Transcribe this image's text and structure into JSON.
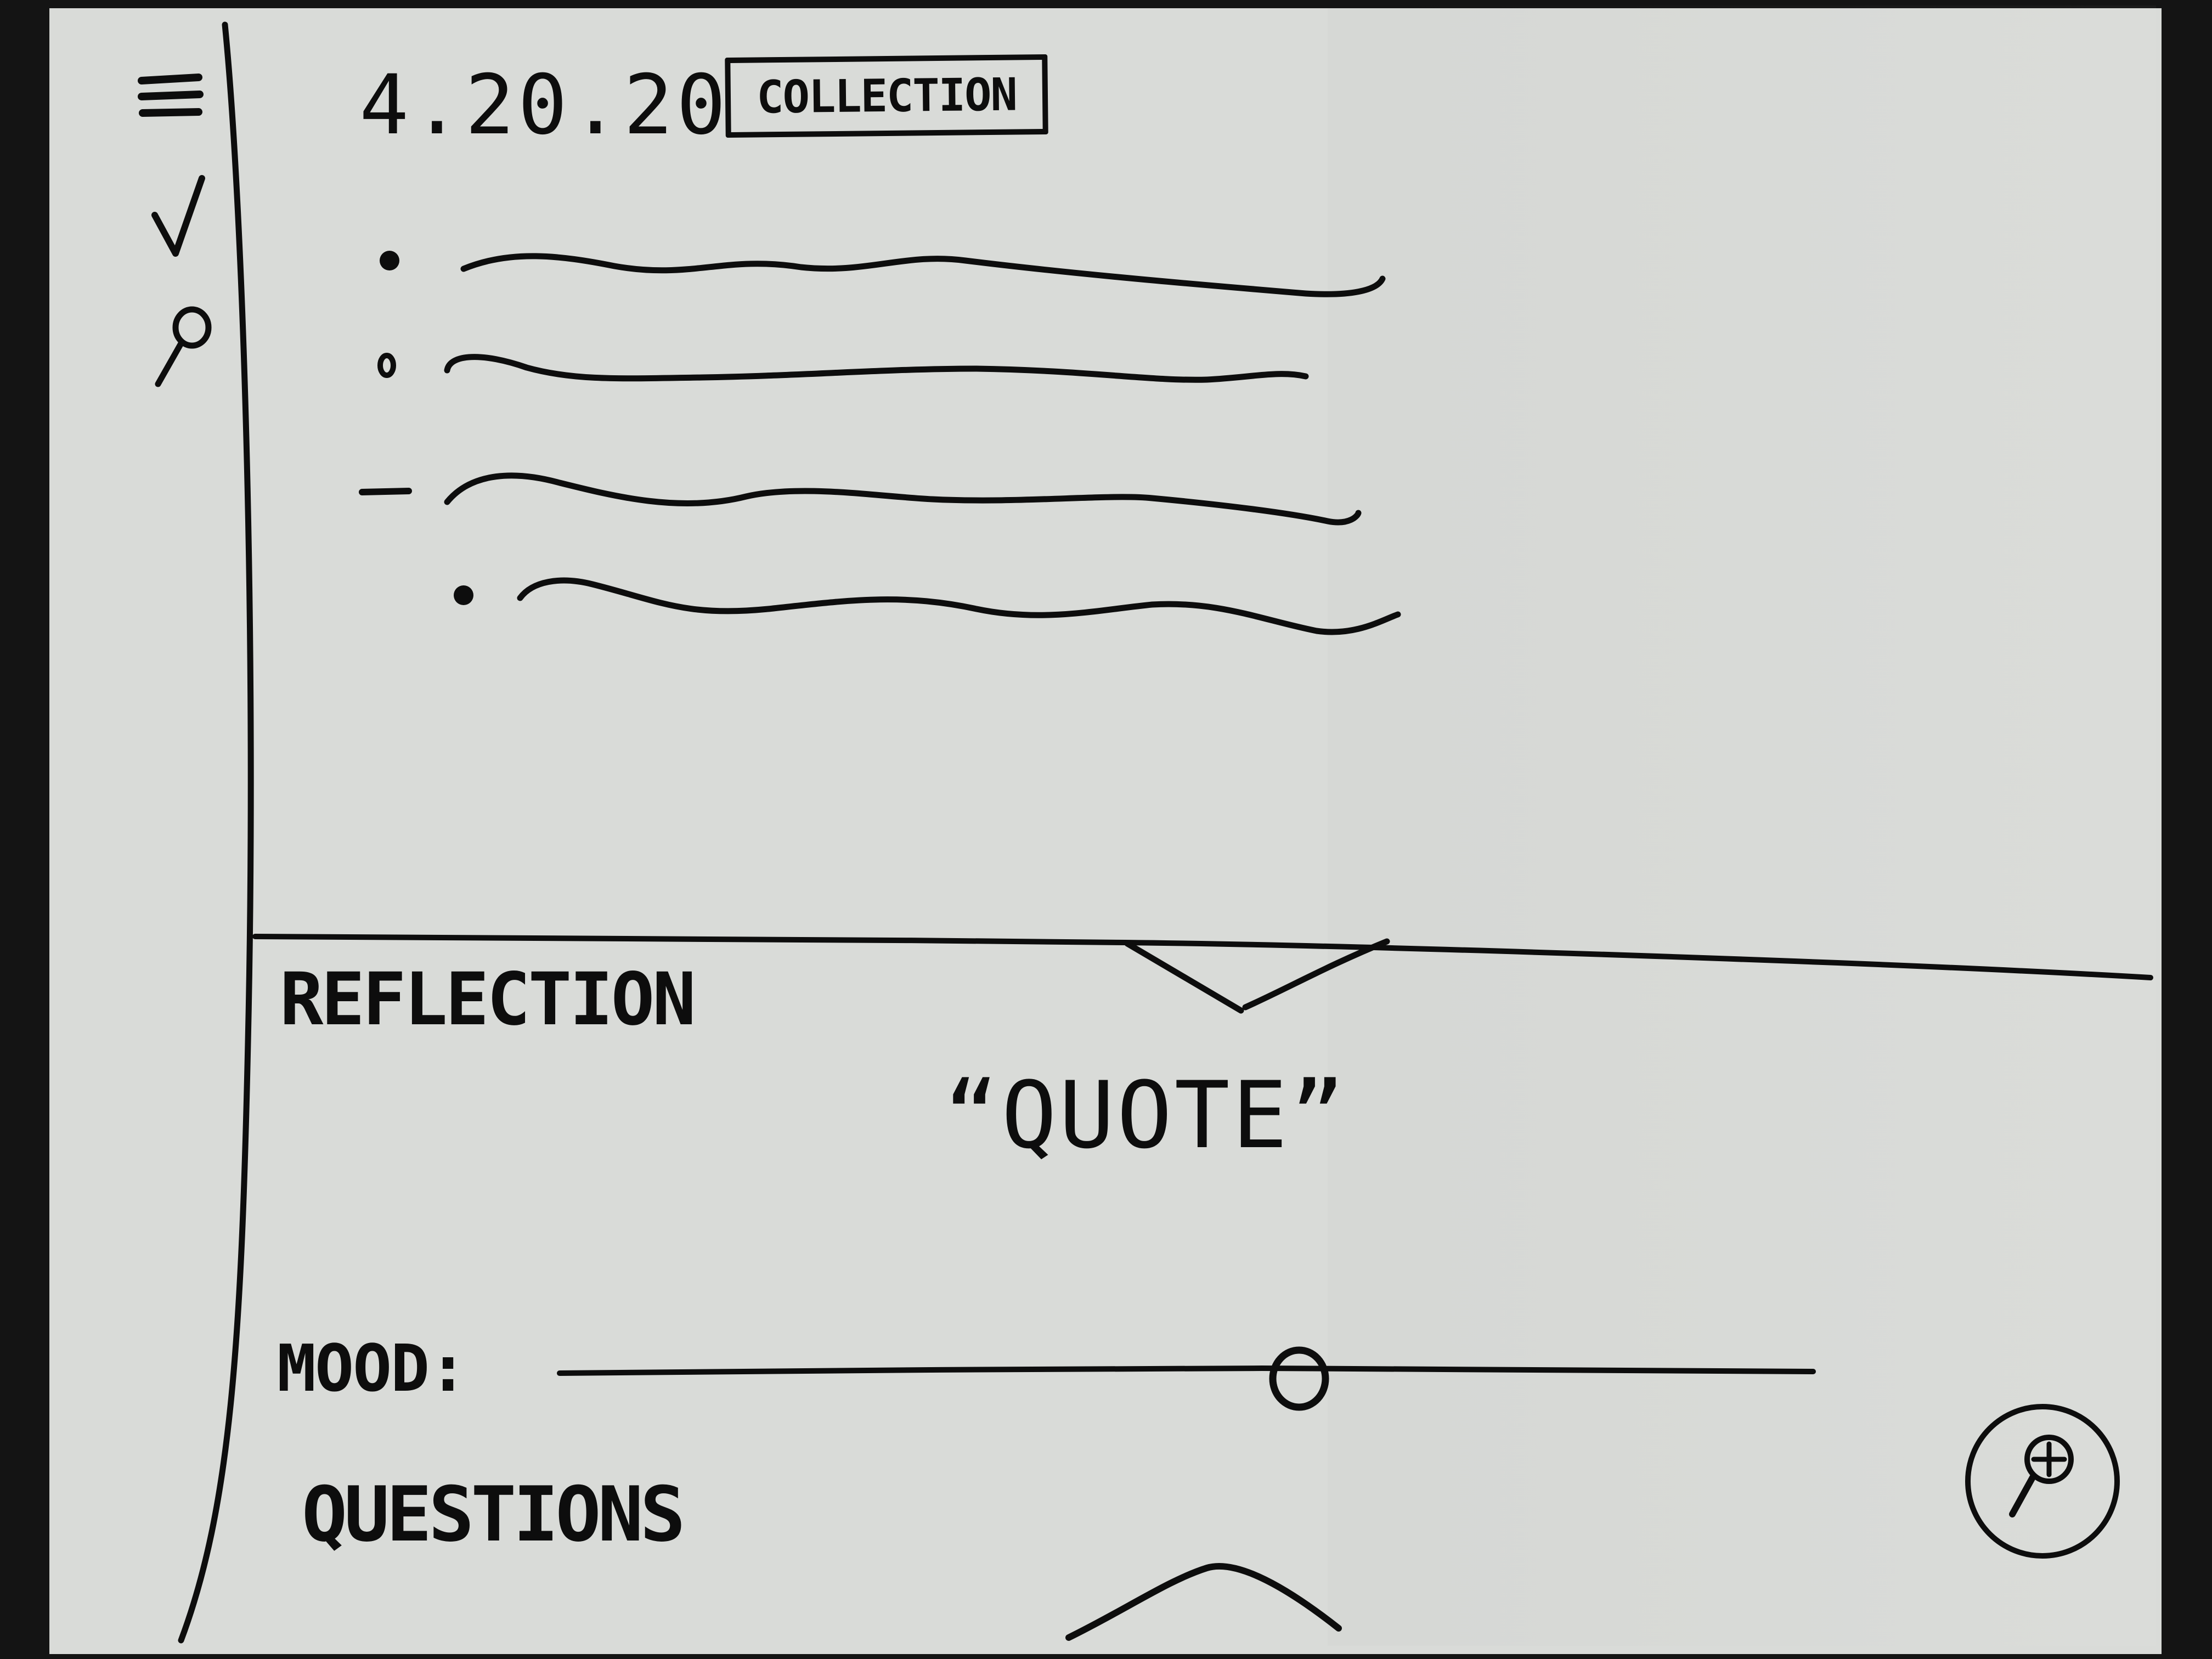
{
  "header": {
    "date": "4.20.20",
    "collection_label": "COLLECTION"
  },
  "sidebar": {
    "items": [
      {
        "icon": "menu-icon"
      },
      {
        "icon": "checkmark-icon"
      },
      {
        "icon": "search-icon"
      }
    ]
  },
  "bullet_list": {
    "items": [
      {
        "marker": "dot",
        "indent": 0
      },
      {
        "marker": "circle",
        "indent": 0
      },
      {
        "marker": "dash",
        "indent": 0
      },
      {
        "marker": "dot",
        "indent": 1
      }
    ]
  },
  "reflection": {
    "title": "REFLECTION",
    "quote": "“QUOTE”"
  },
  "mood": {
    "label": "MOOD:",
    "value_fraction": 0.59
  },
  "questions": {
    "title": "QUESTIONS"
  },
  "fab": {
    "icon": "search-plus-icon"
  }
}
